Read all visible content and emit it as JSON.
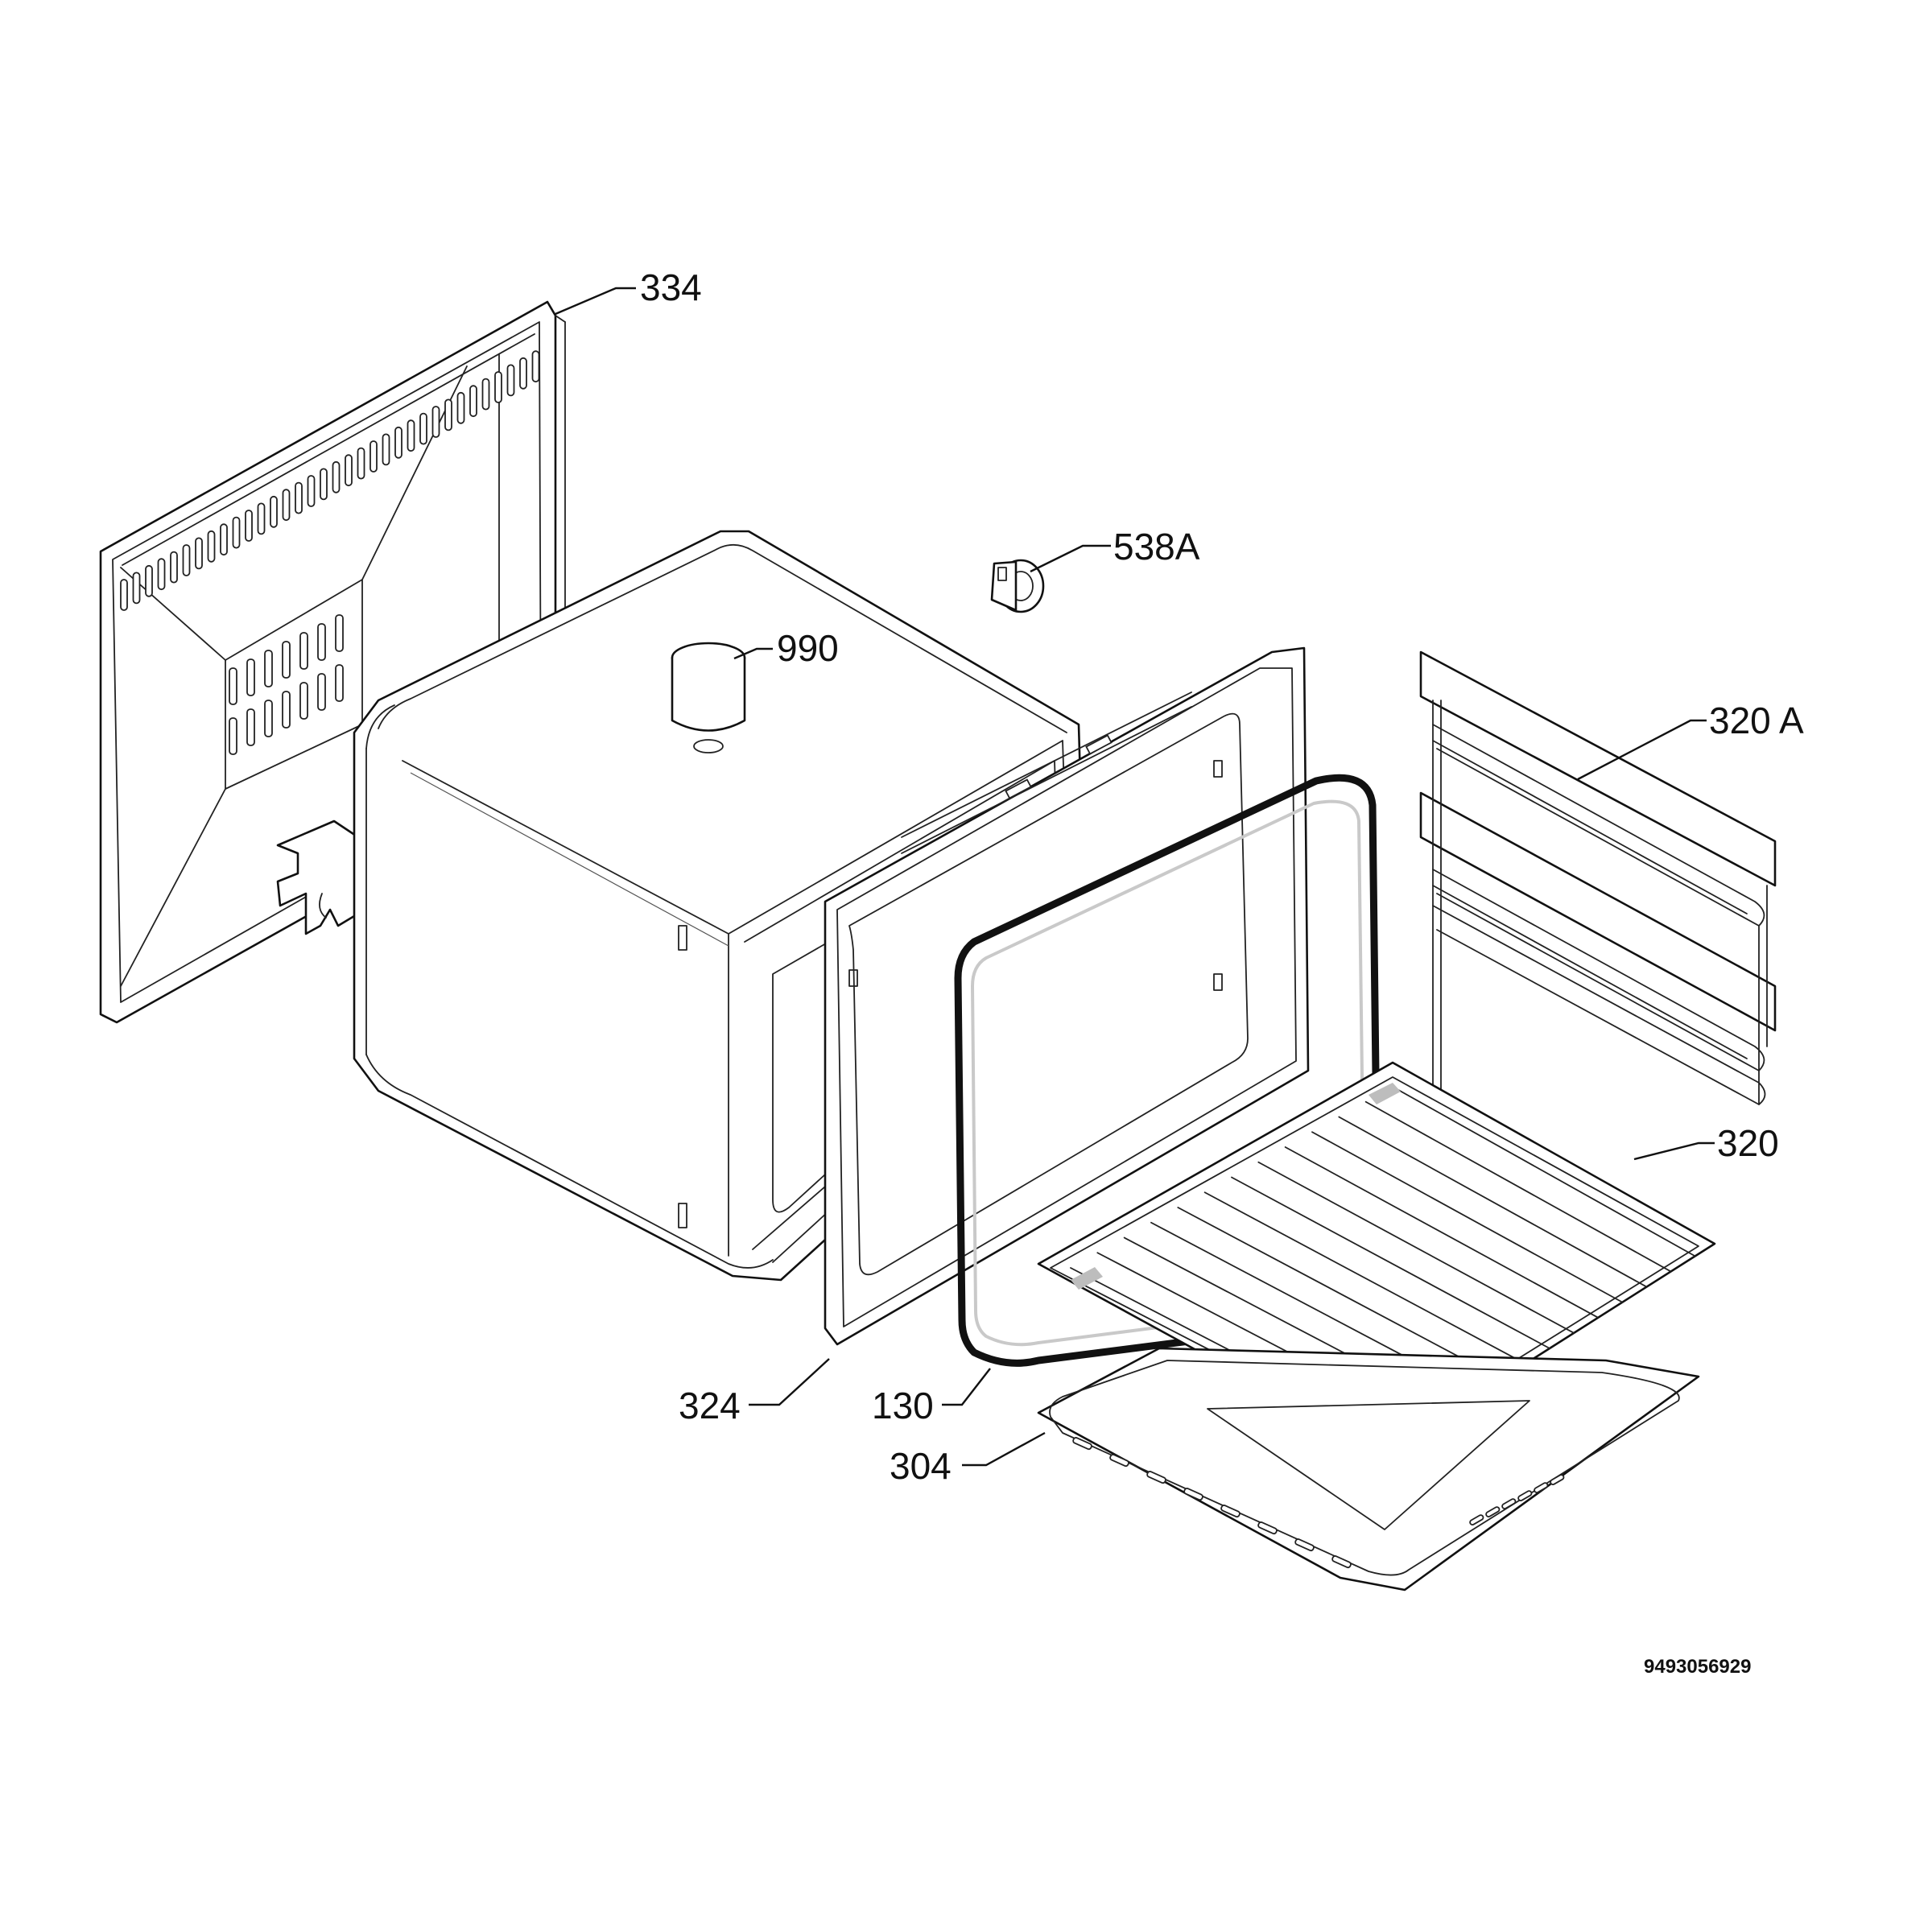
{
  "callouts": {
    "p334": "334",
    "p538a": "538A",
    "p990": "990",
    "p320a": "320 A",
    "p320": "320",
    "p324": "324",
    "p130": "130",
    "p304": "304"
  },
  "document_id": "9493056929",
  "colors": {
    "line": "#111111",
    "background": "#ffffff",
    "shading": "#bdbdbd"
  }
}
